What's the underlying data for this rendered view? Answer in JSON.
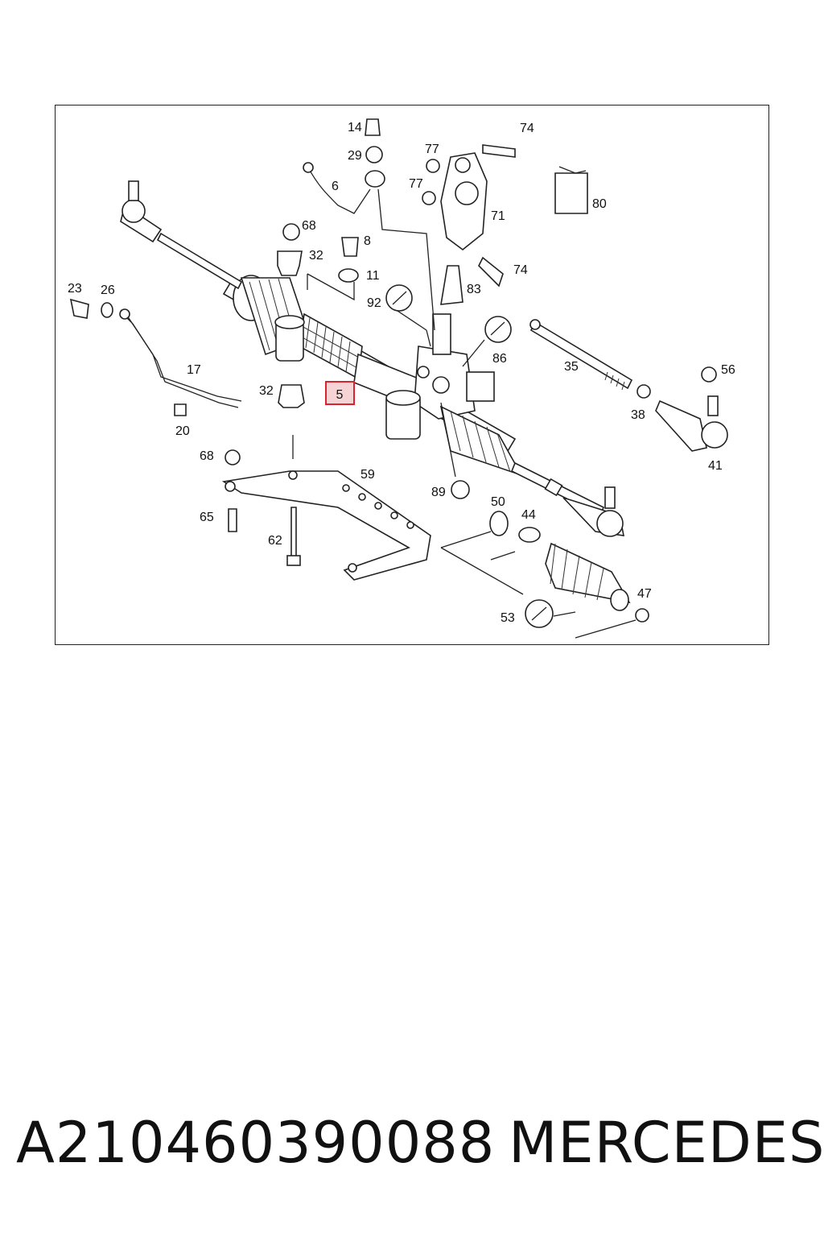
{
  "labels": {
    "l14": "14",
    "l29": "29",
    "l74a": "74",
    "l77a": "77",
    "l77b": "77",
    "l71": "71",
    "l80": "80",
    "l6": "6",
    "l68a": "68",
    "l8": "8",
    "l32a": "32",
    "l11": "11",
    "l74b": "74",
    "l83": "83",
    "l92": "92",
    "l86": "86",
    "l23": "23",
    "l26": "26",
    "l17": "17",
    "l35": "35",
    "l56": "56",
    "l38": "38",
    "l41": "41",
    "l32b": "32",
    "l5": "5",
    "l20": "20",
    "l68b": "68",
    "l59": "59",
    "l89": "89",
    "l50": "50",
    "l44": "44",
    "l65": "65",
    "l62": "62",
    "l47": "47",
    "l53": "53"
  },
  "highlight": {
    "color": "#d9232e",
    "fill": "#f6d3d5"
  },
  "footer": {
    "part_number": "A210460390088",
    "brand": "MERCEDES"
  }
}
